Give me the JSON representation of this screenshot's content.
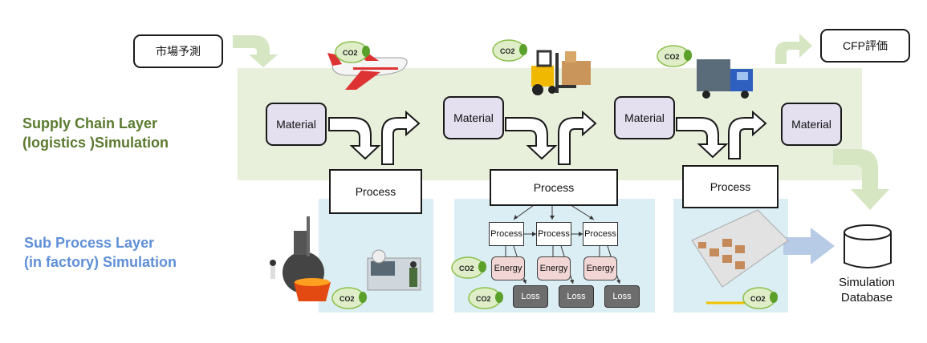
{
  "top_left_box": "市場予測",
  "top_right_box": "CFP評価",
  "supply_chain_label": [
    "Supply Chain Layer",
    "(logistics )Simulation"
  ],
  "sub_process_label": [
    "Sub Process Layer",
    "(in factory) Simulation"
  ],
  "material_label": "Material",
  "process_label": "Process",
  "energy_label": "Energy",
  "loss_label": "Loss",
  "co2_label": "CO2",
  "database_label": [
    "Simulation",
    "Database"
  ],
  "colors": {
    "supply_band": "#e8f0dc",
    "panel": "#dbeef3",
    "material_fill": "#e4e0f0",
    "energy_fill": "#f2d6d6",
    "loss_fill": "#6d6d6d",
    "green_arrow": "#d6e6c2",
    "blue_arrow": "#b7cbe6",
    "supply_text": "#5a7a2e",
    "sub_text": "#5f8fd6"
  }
}
